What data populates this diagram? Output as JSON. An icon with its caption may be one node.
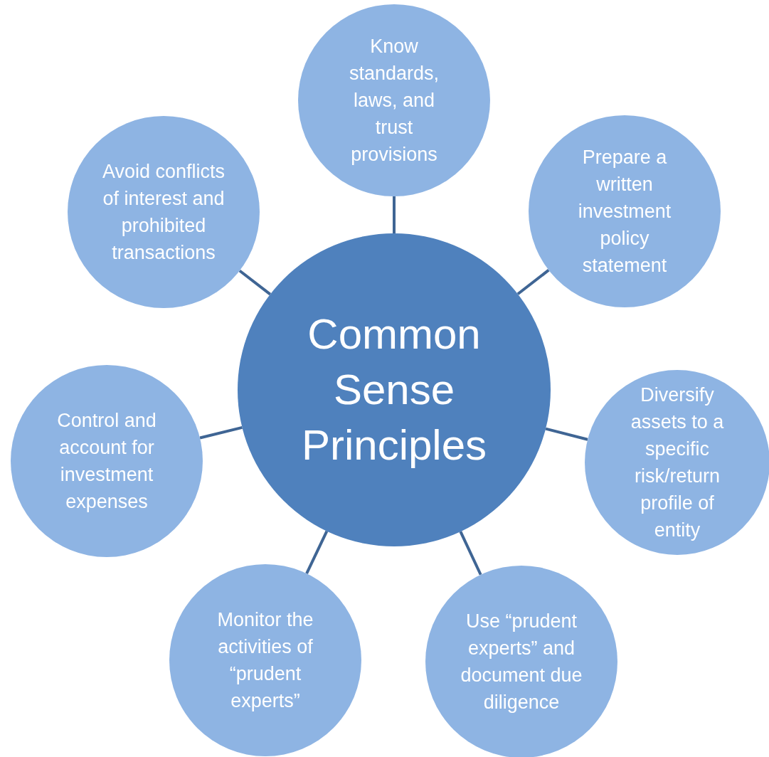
{
  "diagram": {
    "nodes": [
      {
        "text": [
          "Common Sense Principles"
        ]
      },
      {
        "text": [
          "Know standards, laws, and trust provisions"
        ]
      },
      {
        "text": [
          "Prepare a written investment policy statement"
        ]
      },
      {
        "text": [
          "Diversify assets to a specific risk/return profile of entity"
        ]
      },
      {
        "text": [
          "Use “prudent experts” and document due diligence"
        ]
      },
      {
        "text": [
          "Monitor the activities of “prudent experts”"
        ]
      },
      {
        "text": [
          "Control and account for investment expenses"
        ]
      },
      {
        "text": [
          "Avoid conflicts of interest and prohibited transactions"
        ]
      }
    ],
    "edges": [
      {
        "from": 0,
        "to": 1,
        "arrow": "none"
      },
      {
        "from": 0,
        "to": 2,
        "arrow": "none"
      },
      {
        "from": 0,
        "to": 3,
        "arrow": "none"
      },
      {
        "from": 0,
        "to": 4,
        "arrow": "none"
      },
      {
        "from": 0,
        "to": 5,
        "arrow": "none"
      },
      {
        "from": 0,
        "to": 6,
        "arrow": "none"
      },
      {
        "from": 0,
        "to": 7,
        "arrow": "none"
      }
    ]
  }
}
